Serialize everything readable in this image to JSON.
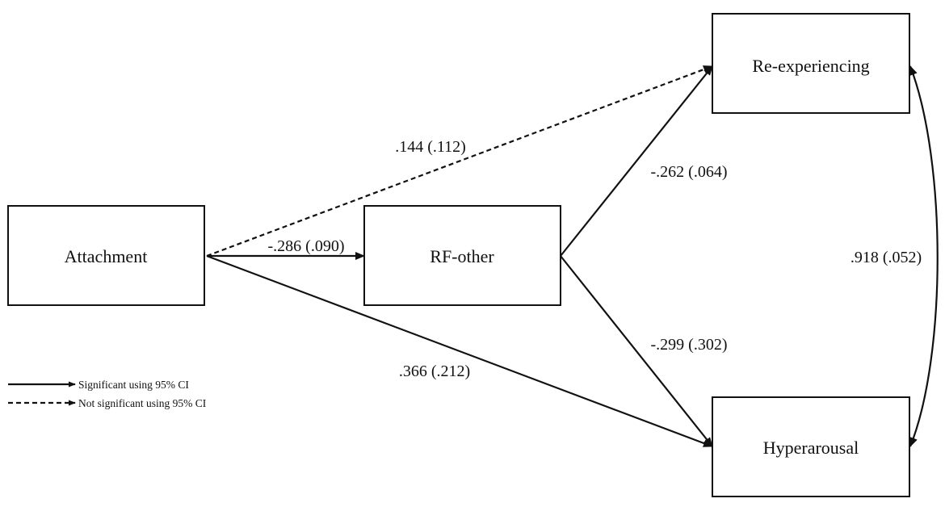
{
  "nodes": {
    "attachment": "Attachment",
    "rf_other": "RF-other",
    "reexperiencing": "Re-experiencing",
    "hyperarousal": "Hyperarousal"
  },
  "paths": {
    "attachment_to_reexperiencing": ".144 (.112)",
    "attachment_to_rf_other": "-.286 (.090)",
    "rf_other_to_reexperiencing": "-.262 (.064)",
    "rf_other_to_hyperarousal": "-.299 (.302)",
    "attachment_to_hyperarousal": ".366 (.212)",
    "reexperiencing_hyperarousal_covariance": ".918 (.052)"
  },
  "legend": {
    "significant": "Significant using 95% CI",
    "not_significant": "Not significant using 95% CI"
  },
  "colors": {
    "ink": "#111111",
    "background": "#ffffff"
  }
}
